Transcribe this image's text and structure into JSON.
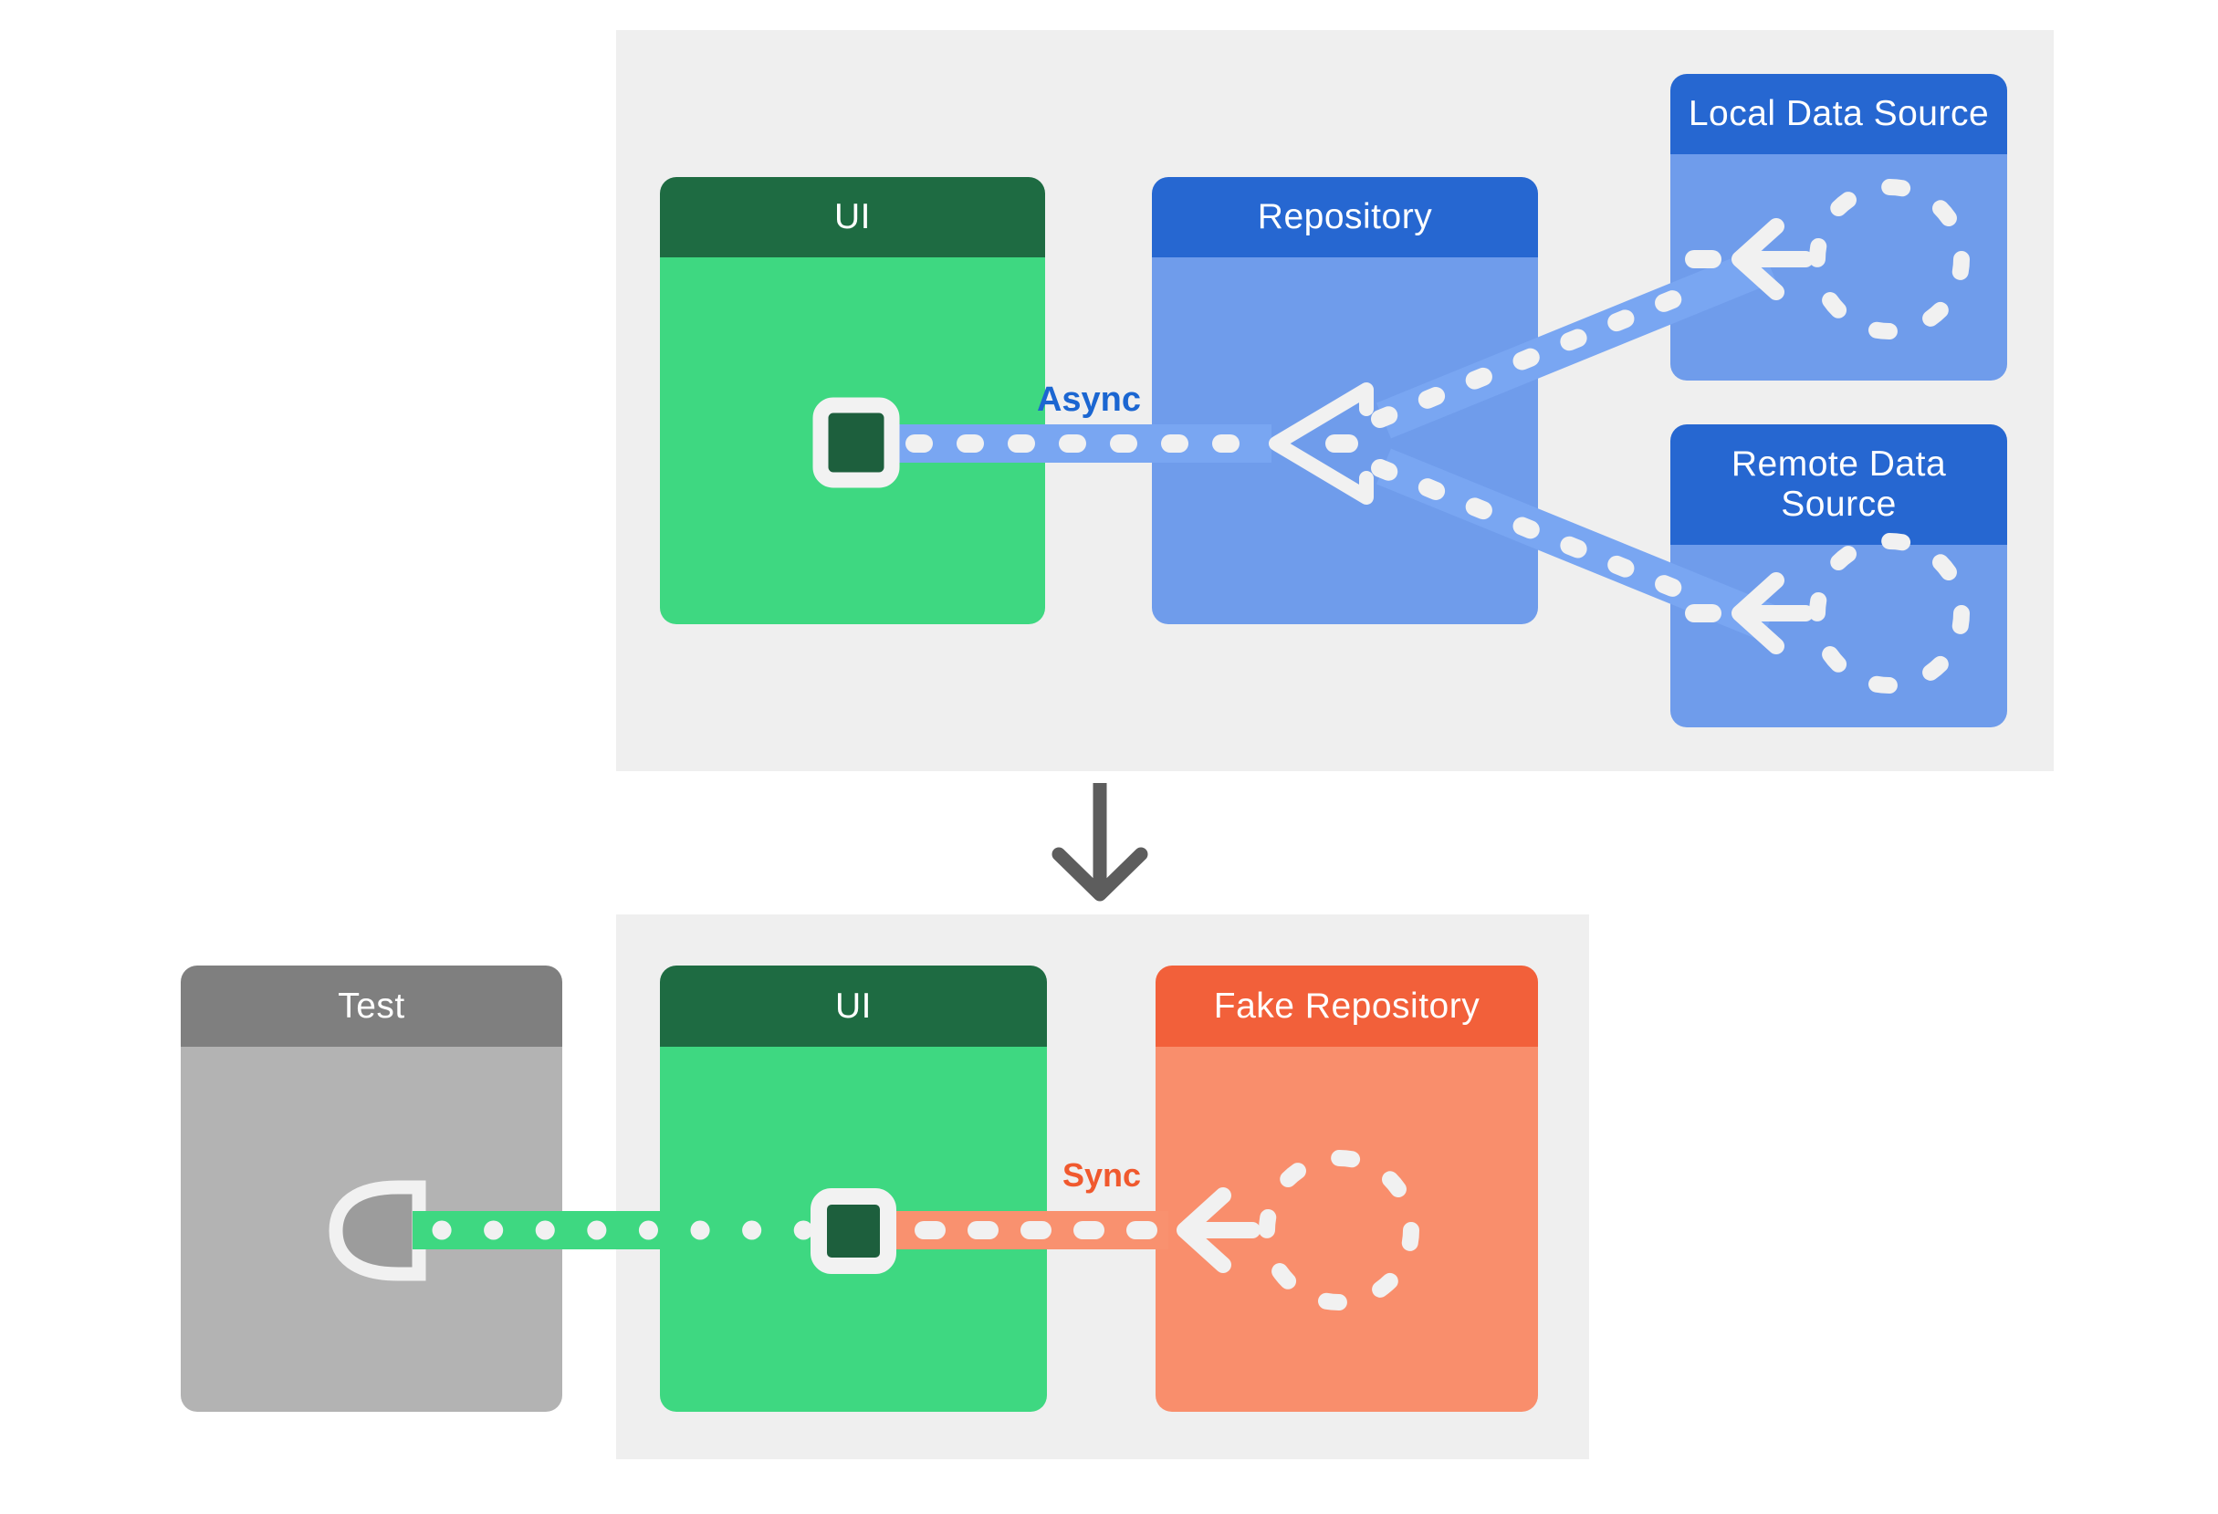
{
  "diagram": {
    "title_implied": "Repository swapped for a fake repository in tests",
    "production_panel": {
      "cards": [
        {
          "id": "ui",
          "title": "UI"
        },
        {
          "id": "repository",
          "title": "Repository"
        },
        {
          "id": "local_data_source",
          "title": "Local Data Source"
        },
        {
          "id": "remote_data_source",
          "title": "Remote Data Source"
        }
      ],
      "edge_label": "Async"
    },
    "test_panel": {
      "cards": [
        {
          "id": "test",
          "title": "Test"
        },
        {
          "id": "ui",
          "title": "UI"
        },
        {
          "id": "fake_repository",
          "title": "Fake Repository"
        }
      ],
      "edge_label": "Sync"
    }
  },
  "colors": {
    "page_background": "#ffffff",
    "panel_background": "#efefef",
    "ui_header_green": "#1e6b42",
    "ui_body_green": "#3ed881",
    "port_green": "#1d5f3d",
    "blue_header": "#2667d1",
    "blue_body": "#6f9ceb",
    "blue_band": "#79a6f2",
    "async_text_blue": "#1b66d1",
    "gray_header": "#7f7f7f",
    "gray_body": "#b3b3b3",
    "socket_gray": "#9c9c9c",
    "orange_header": "#f2603a",
    "orange_body": "#f98e6c",
    "orange_band": "#f9916f",
    "sync_text_orange": "#f0592e",
    "dash_white": "#f1f1f1",
    "down_arrow_gray": "#5d5d5d"
  },
  "icons": {
    "ui_port": "rounded-square socket on UI card",
    "test_socket": "D-shaped plug on Test card",
    "merge_triangle": "left-pointing hollow triangle (flow merge)",
    "dashed_circle": "dashed circle placeholder (data source / fake)",
    "arrow_left": "white left arrow",
    "arrow_down": "gray down arrow between panels"
  }
}
